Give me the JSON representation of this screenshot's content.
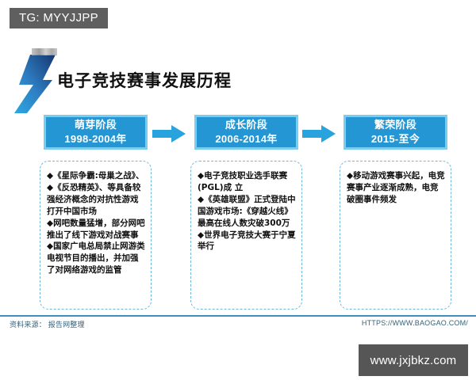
{
  "watermarks": {
    "tg_badge": "TG: MYYJJPP",
    "bottom_site": "www.jxjbkz.com"
  },
  "header": {
    "logo_icon": "blue-lightning-logo-icon",
    "title": "电子竞技赛事发展历程"
  },
  "colors": {
    "stage_fill": "#2496d4",
    "stage_border": "#79cdf0",
    "arrow": "#29a3dd",
    "panel_dash": "#6fb8db",
    "footer_rule": "#3f8fbf",
    "footer_text": "#33607a",
    "badge_bg": "#5f5f5f",
    "watermark_bg": "#565656"
  },
  "stages": [
    {
      "name": "萌芽阶段",
      "period": "1998-2004年",
      "arrow_icon": "arrow-right-icon",
      "content": "◆《星际争霸:母巢之战》、◆《反恐精英》、等具备较强经济概念的对抗性游戏打开中国市场\n◆网吧数量猛增，部分网吧推出了线下游戏对战赛事\n◆国家广电总局禁止网游类电视节目的播出，并加强了对网络游戏的监管"
    },
    {
      "name": "成长阶段",
      "period": "2006-2014年",
      "arrow_icon": "arrow-right-icon",
      "content": "◆电子竞技职业选手联赛(PGL)成 立\n◆《英雄联盟》正式登陆中国游戏市场:《穿越火线》最高在线人数灾破300万\n◆世界电子竞技大赛于宁夏举行"
    },
    {
      "name": "繁荣阶段",
      "period": "2015-至今",
      "arrow_icon": "",
      "content": "◆移动游戏赛事兴起，电竞赛事产业逐渐成熟，电竞破圈事件频发"
    }
  ],
  "footer": {
    "source": "资料来源： 报告网整理",
    "url": "HTTPS://WWW.BAOGAO.COM/"
  }
}
